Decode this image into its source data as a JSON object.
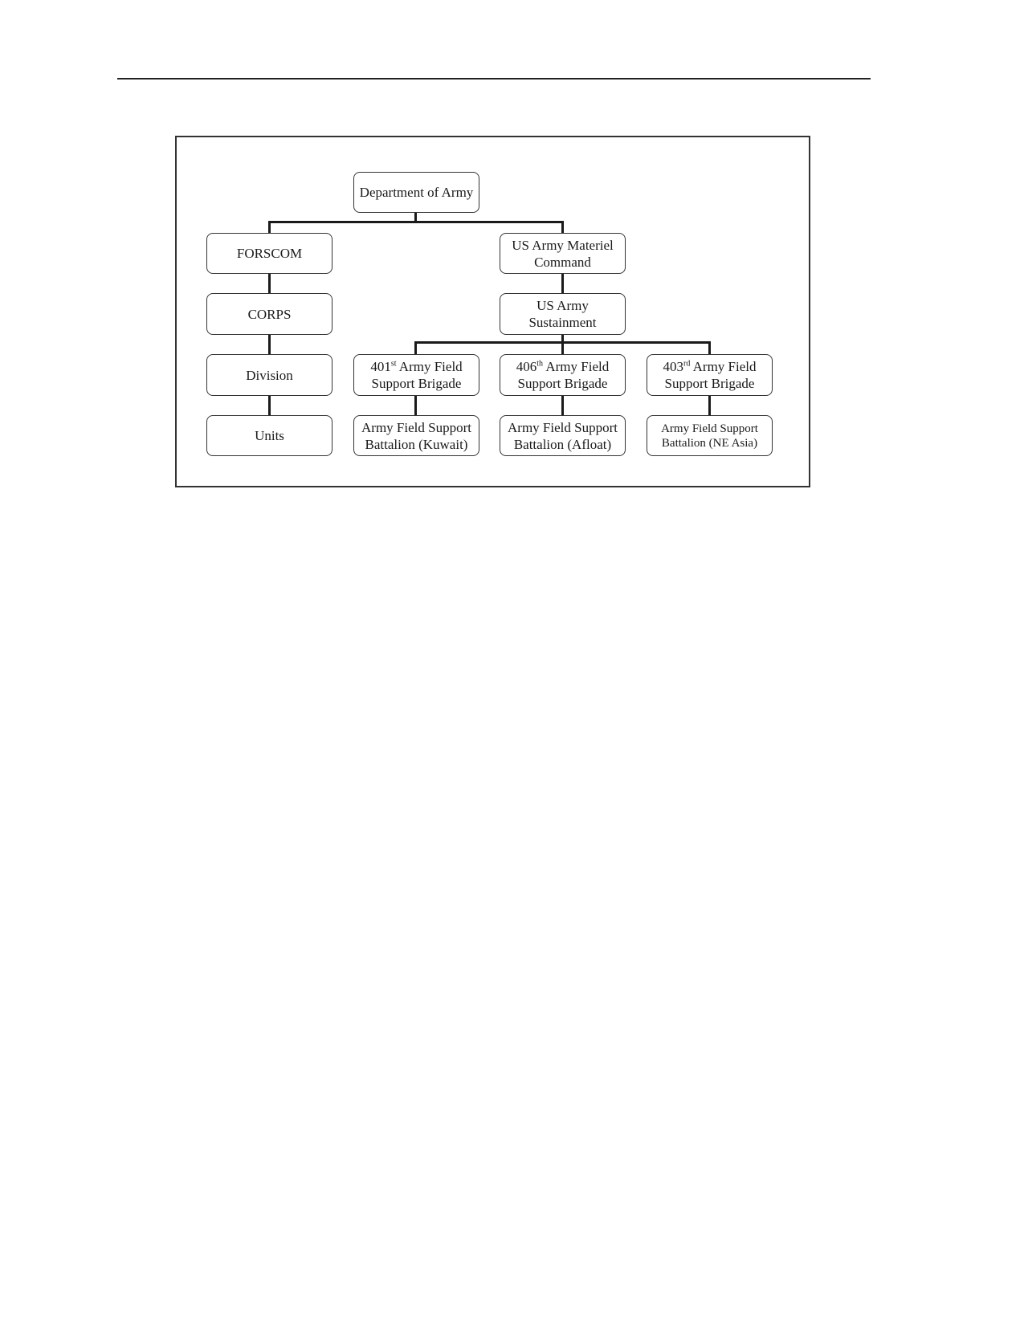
{
  "diagram": {
    "nodes": {
      "dept_army": {
        "line1": "Department of Army"
      },
      "forscom": {
        "line1": "FORSCOM"
      },
      "corps": {
        "line1": "CORPS"
      },
      "division": {
        "line1": "Division"
      },
      "units": {
        "line1": "Units"
      },
      "amc": {
        "line1": "US Army Materiel",
        "line2": "Command"
      },
      "sustainment": {
        "line1": "US Army",
        "line2": "Sustainment"
      },
      "afsb_401": {
        "num": "401",
        "sup": "st",
        "line1_rest": " Army Field",
        "line2": "Support Brigade"
      },
      "afsb_406": {
        "num": "406",
        "sup": "th",
        "line1_rest": " Army Field",
        "line2": "Support Brigade"
      },
      "afsb_403": {
        "num": "403",
        "sup": "rd",
        "line1_rest": " Army Field",
        "line2": "Support Brigade"
      },
      "afsbn_kuwait": {
        "line1": "Army Field Support",
        "line2": "Battalion (Kuwait)"
      },
      "afsbn_afloat": {
        "line1": "Army Field Support",
        "line2": "Battalion (Afloat)"
      },
      "afsbn_neasia": {
        "line1": "Army Field Support",
        "line2": "Battalion (NE Asia)"
      }
    },
    "edges": [
      [
        "dept_army",
        "forscom"
      ],
      [
        "dept_army",
        "amc"
      ],
      [
        "forscom",
        "corps"
      ],
      [
        "corps",
        "division"
      ],
      [
        "division",
        "units"
      ],
      [
        "amc",
        "sustainment"
      ],
      [
        "sustainment",
        "afsb_401"
      ],
      [
        "sustainment",
        "afsb_406"
      ],
      [
        "sustainment",
        "afsb_403"
      ],
      [
        "afsb_401",
        "afsbn_kuwait"
      ],
      [
        "afsb_406",
        "afsbn_afloat"
      ],
      [
        "afsb_403",
        "afsbn_neasia"
      ]
    ]
  }
}
